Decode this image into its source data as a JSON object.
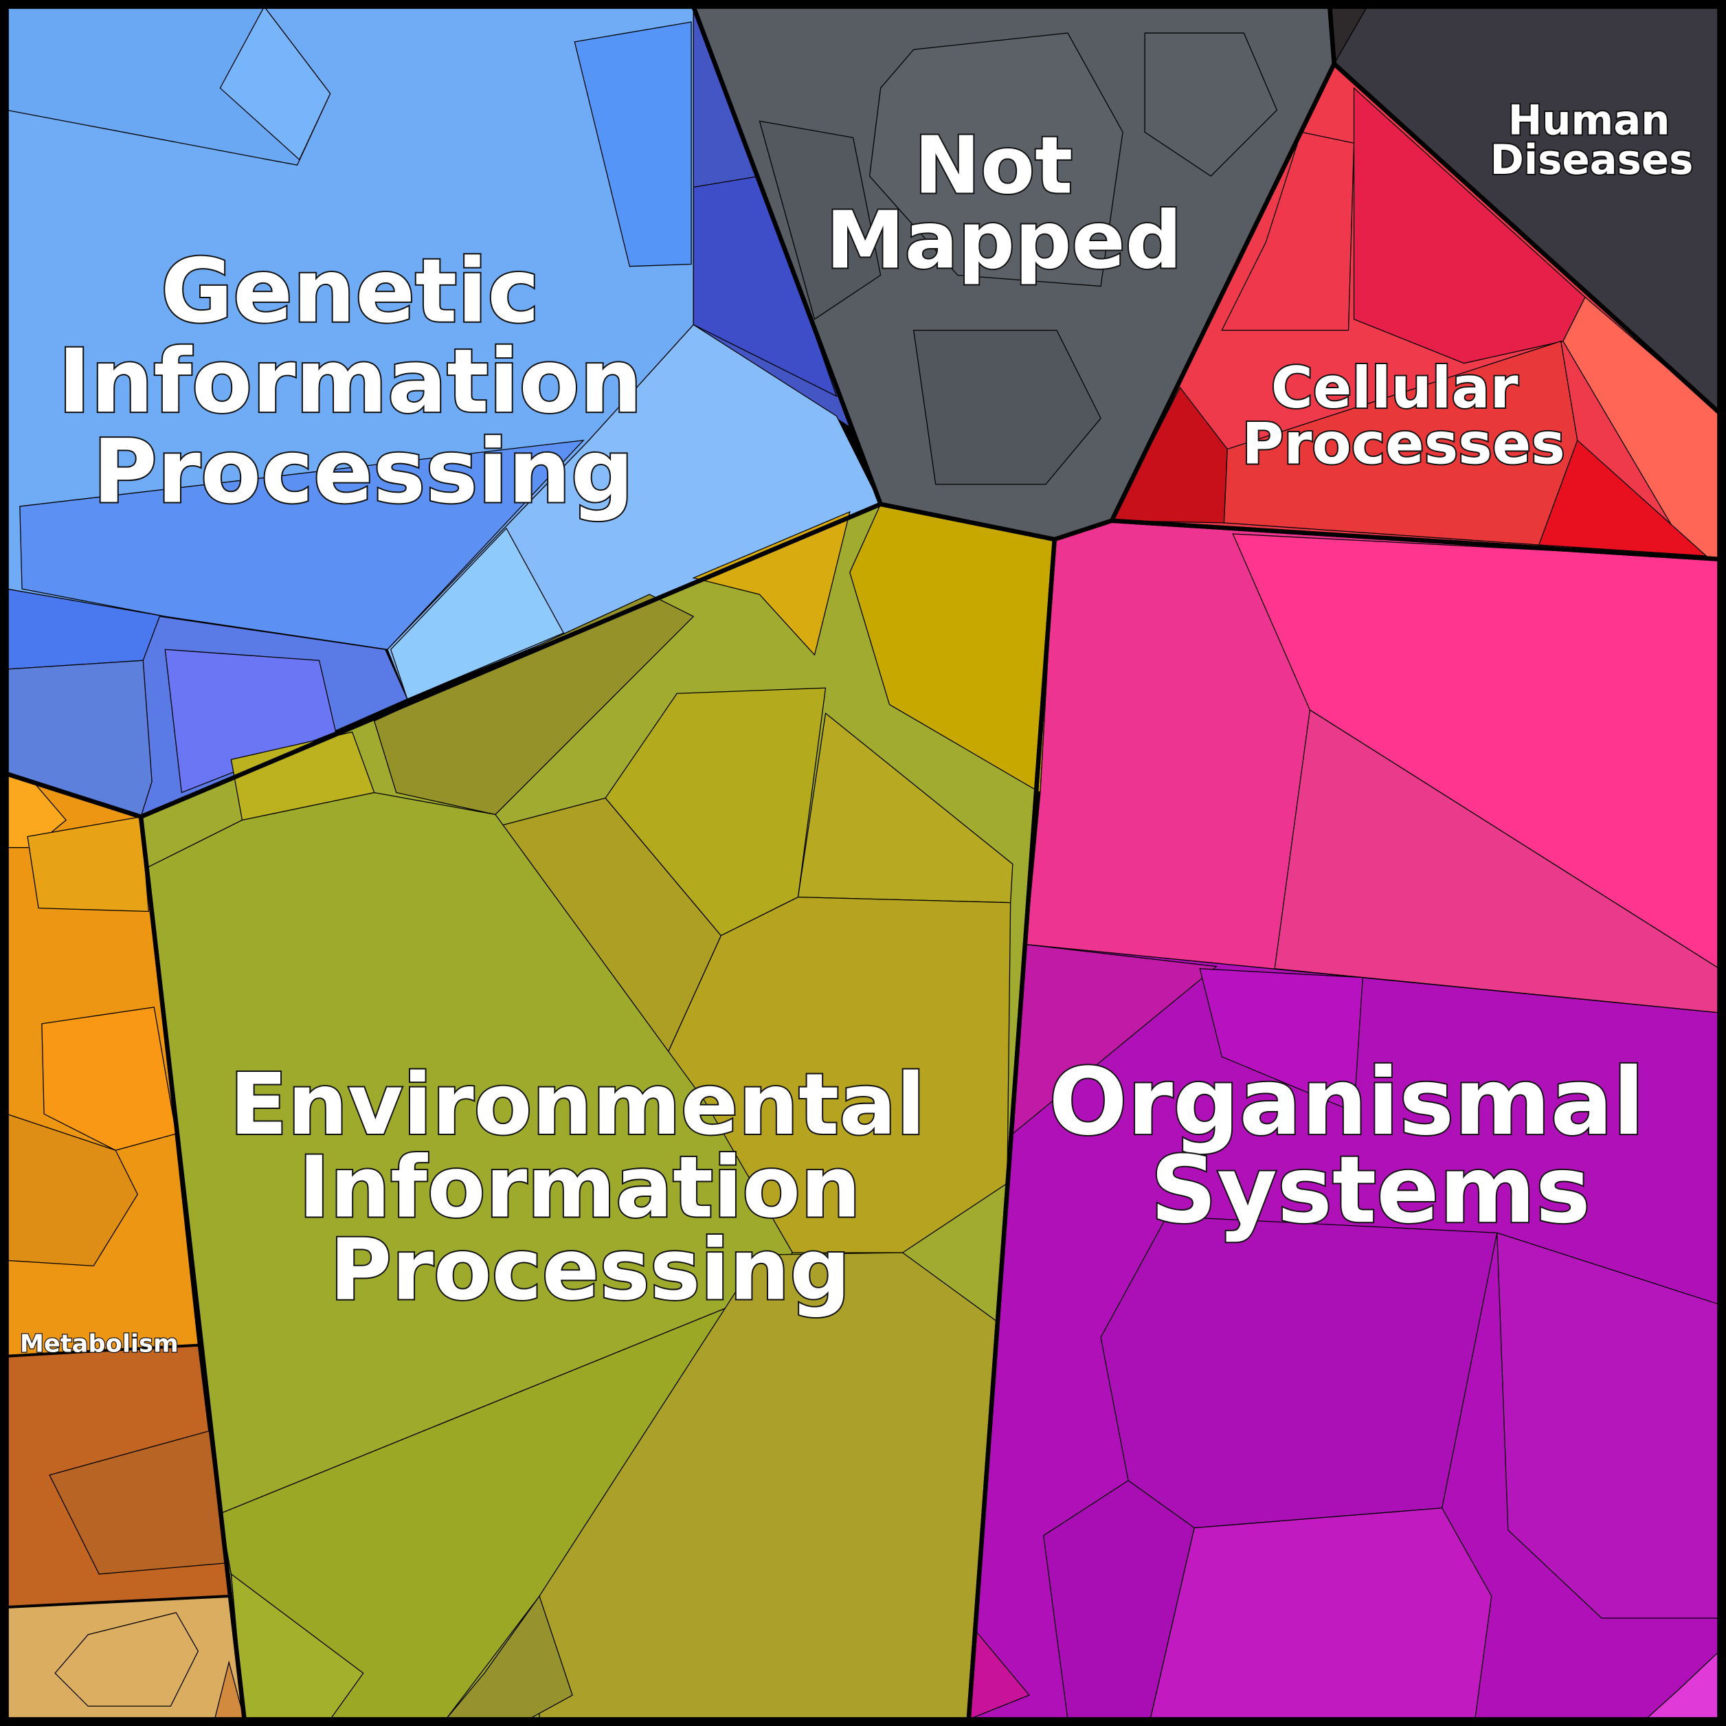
{
  "categories": [
    {
      "id": "genetic",
      "lines": [
        "Genetic",
        "Information",
        "Processing"
      ],
      "color": "#6fa8f5"
    },
    {
      "id": "not_mapped",
      "lines": [
        "Not",
        "Mapped"
      ],
      "color": "#585d64"
    },
    {
      "id": "human_diseases",
      "lines": [
        "Human",
        "Diseases"
      ],
      "color": "#3a3840"
    },
    {
      "id": "cellular",
      "lines": [
        "Cellular",
        "Processes"
      ],
      "color": "#ee3a4a"
    },
    {
      "id": "environmental",
      "lines": [
        "Environmental",
        "Information",
        "Processing"
      ],
      "color": "#a0ab30"
    },
    {
      "id": "organismal",
      "lines": [
        "Organismal",
        "Systems"
      ],
      "color": "#b010b8"
    },
    {
      "id": "metabolism",
      "lines": [
        "Metabolism"
      ],
      "color": "#f0a020"
    }
  ]
}
